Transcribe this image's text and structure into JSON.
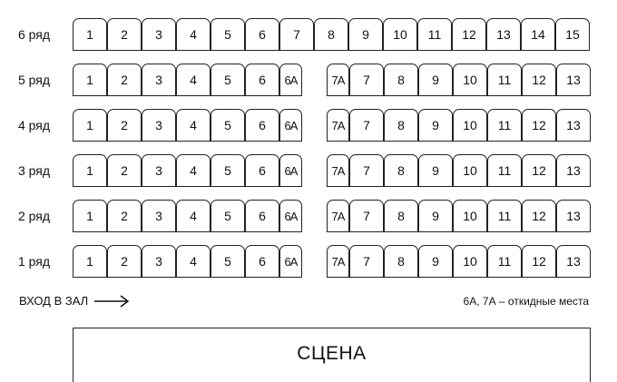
{
  "rows": [
    {
      "label": "6 ряд",
      "left": [
        "1",
        "2",
        "3",
        "4",
        "5",
        "6",
        "7",
        "8",
        "9",
        "10",
        "11",
        "12",
        "13",
        "14",
        "15"
      ],
      "right": []
    },
    {
      "label": "5 ряд",
      "left": [
        "1",
        "2",
        "3",
        "4",
        "5",
        "6",
        "6А"
      ],
      "right": [
        "7А",
        "7",
        "8",
        "9",
        "10",
        "11",
        "12",
        "13"
      ]
    },
    {
      "label": "4 ряд",
      "left": [
        "1",
        "2",
        "3",
        "4",
        "5",
        "6",
        "6А"
      ],
      "right": [
        "7А",
        "7",
        "8",
        "9",
        "10",
        "11",
        "12",
        "13"
      ]
    },
    {
      "label": "3 ряд",
      "left": [
        "1",
        "2",
        "3",
        "4",
        "5",
        "6",
        "6А"
      ],
      "right": [
        "7А",
        "7",
        "8",
        "9",
        "10",
        "11",
        "12",
        "13"
      ]
    },
    {
      "label": "2 ряд",
      "left": [
        "1",
        "2",
        "3",
        "4",
        "5",
        "6",
        "6А"
      ],
      "right": [
        "7А",
        "7",
        "8",
        "9",
        "10",
        "11",
        "12",
        "13"
      ]
    },
    {
      "label": "1 ряд",
      "left": [
        "1",
        "2",
        "3",
        "4",
        "5",
        "6",
        "6А"
      ],
      "right": [
        "7А",
        "7",
        "8",
        "9",
        "10",
        "11",
        "12",
        "13"
      ]
    }
  ],
  "entrance": {
    "label": "ВХОД В ЗАЛ"
  },
  "note": "6А, 7А – откидные места",
  "stage": {
    "label": "СЦЕНА"
  },
  "colors": {
    "outline": "#222222",
    "text": "#111111",
    "background": "#ffffff"
  },
  "icons": {
    "entrance_arrow": "arrow-right-icon"
  }
}
